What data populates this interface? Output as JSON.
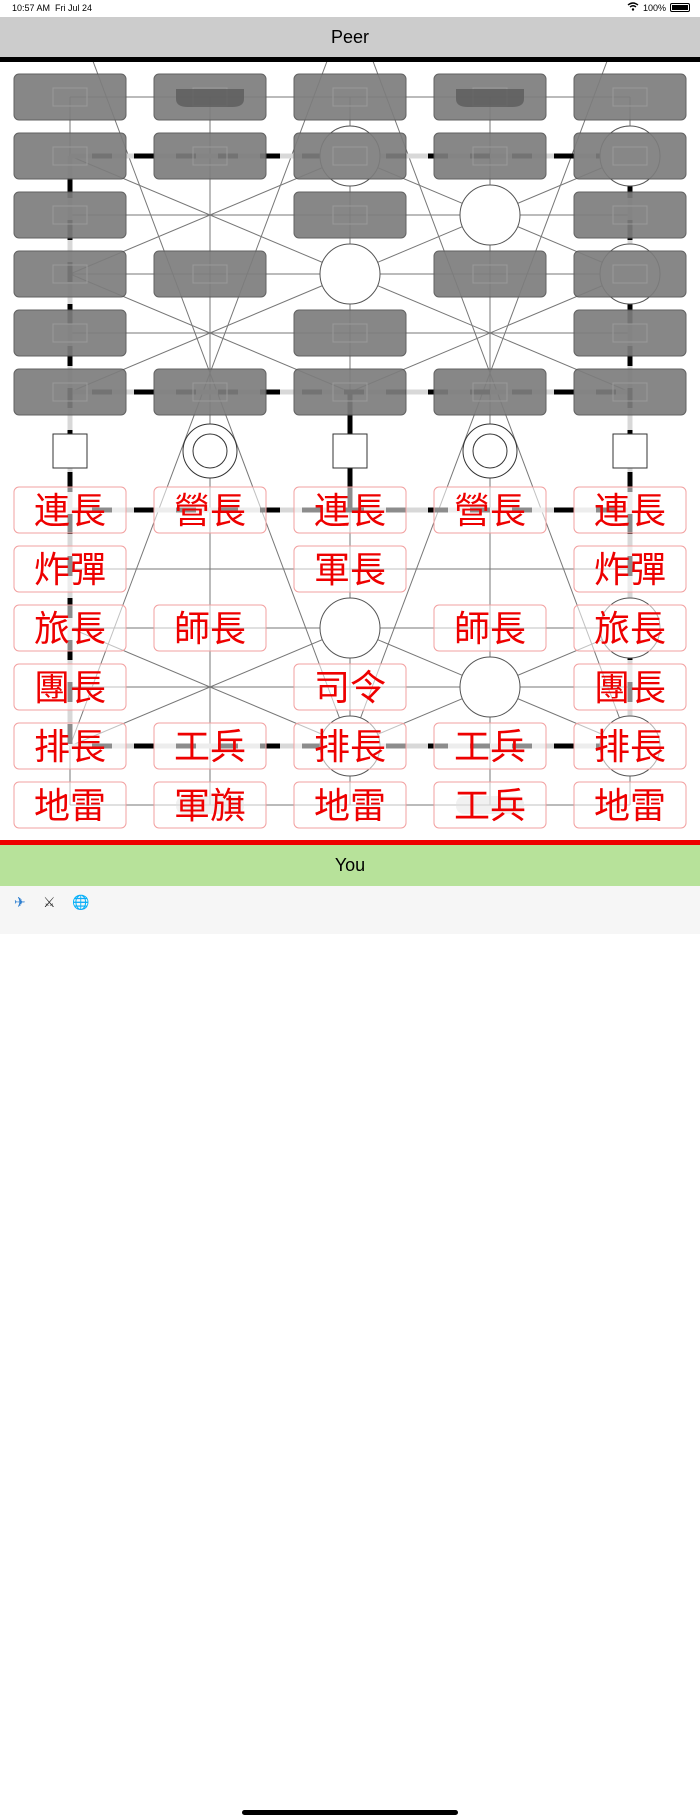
{
  "status_bar": {
    "time": "10:57 AM",
    "date": "Fri Jul 24",
    "battery": "100%",
    "wifi_icon": "wifi-icon",
    "battery_icon": "battery-icon"
  },
  "peer_bar": {
    "label": "Peer"
  },
  "you_bar": {
    "label": "You"
  },
  "bottom_icons": [
    {
      "name": "airplane-icon",
      "glyph": "✈"
    },
    {
      "name": "crossed-swords-icon",
      "glyph": "⚔"
    },
    {
      "name": "globe-icon",
      "glyph": "🌐"
    }
  ],
  "colors": {
    "peer_piece": "#7d7d7d",
    "my_piece_text": "#ee0000",
    "my_piece_border": "#f2a0a0",
    "peer_bar_bg": "#cccccc",
    "you_bar_bg": "#b7e29a",
    "you_bar_border": "#ee0000"
  },
  "board": {
    "camps": [
      [
        1,
        2
      ],
      [
        1,
        4
      ],
      [
        2,
        3
      ],
      [
        3,
        2
      ],
      [
        3,
        4
      ],
      [
        8,
        2
      ],
      [
        8,
        4
      ],
      [
        9,
        3
      ],
      [
        10,
        2
      ],
      [
        10,
        4
      ]
    ],
    "headquarters": [
      [
        0,
        1
      ],
      [
        0,
        3
      ],
      [
        11,
        1
      ],
      [
        11,
        3
      ]
    ],
    "frontline_markers": [
      "square",
      "circle",
      "square",
      "circle",
      "square"
    ],
    "peer_pieces": [
      [
        0,
        0
      ],
      [
        0,
        1
      ],
      [
        0,
        2
      ],
      [
        0,
        3
      ],
      [
        0,
        4
      ],
      [
        1,
        0
      ],
      [
        1,
        1
      ],
      [
        1,
        2
      ],
      [
        1,
        3
      ],
      [
        1,
        4
      ],
      [
        2,
        0
      ],
      [
        2,
        2
      ],
      [
        2,
        4
      ],
      [
        3,
        0
      ],
      [
        3,
        1
      ],
      [
        3,
        3
      ],
      [
        3,
        4
      ],
      [
        4,
        0
      ],
      [
        4,
        2
      ],
      [
        4,
        4
      ],
      [
        5,
        0
      ],
      [
        5,
        1
      ],
      [
        5,
        2
      ],
      [
        5,
        3
      ],
      [
        5,
        4
      ]
    ],
    "my_pieces": [
      {
        "row": 6,
        "col": 0,
        "label": "連長"
      },
      {
        "row": 6,
        "col": 1,
        "label": "營長"
      },
      {
        "row": 6,
        "col": 2,
        "label": "連長"
      },
      {
        "row": 6,
        "col": 3,
        "label": "營長"
      },
      {
        "row": 6,
        "col": 4,
        "label": "連長"
      },
      {
        "row": 7,
        "col": 0,
        "label": "炸彈"
      },
      {
        "row": 7,
        "col": 2,
        "label": "軍長"
      },
      {
        "row": 7,
        "col": 4,
        "label": "炸彈"
      },
      {
        "row": 8,
        "col": 0,
        "label": "旅長"
      },
      {
        "row": 8,
        "col": 1,
        "label": "師長"
      },
      {
        "row": 8,
        "col": 3,
        "label": "師長"
      },
      {
        "row": 8,
        "col": 4,
        "label": "旅長"
      },
      {
        "row": 9,
        "col": 0,
        "label": "團長"
      },
      {
        "row": 9,
        "col": 2,
        "label": "司令"
      },
      {
        "row": 9,
        "col": 4,
        "label": "團長"
      },
      {
        "row": 10,
        "col": 0,
        "label": "排長"
      },
      {
        "row": 10,
        "col": 1,
        "label": "工兵"
      },
      {
        "row": 10,
        "col": 2,
        "label": "排長"
      },
      {
        "row": 10,
        "col": 3,
        "label": "工兵"
      },
      {
        "row": 10,
        "col": 4,
        "label": "排長"
      },
      {
        "row": 11,
        "col": 0,
        "label": "地雷"
      },
      {
        "row": 11,
        "col": 1,
        "label": "軍旗"
      },
      {
        "row": 11,
        "col": 2,
        "label": "地雷"
      },
      {
        "row": 11,
        "col": 3,
        "label": "工兵"
      },
      {
        "row": 11,
        "col": 4,
        "label": "地雷"
      }
    ]
  }
}
